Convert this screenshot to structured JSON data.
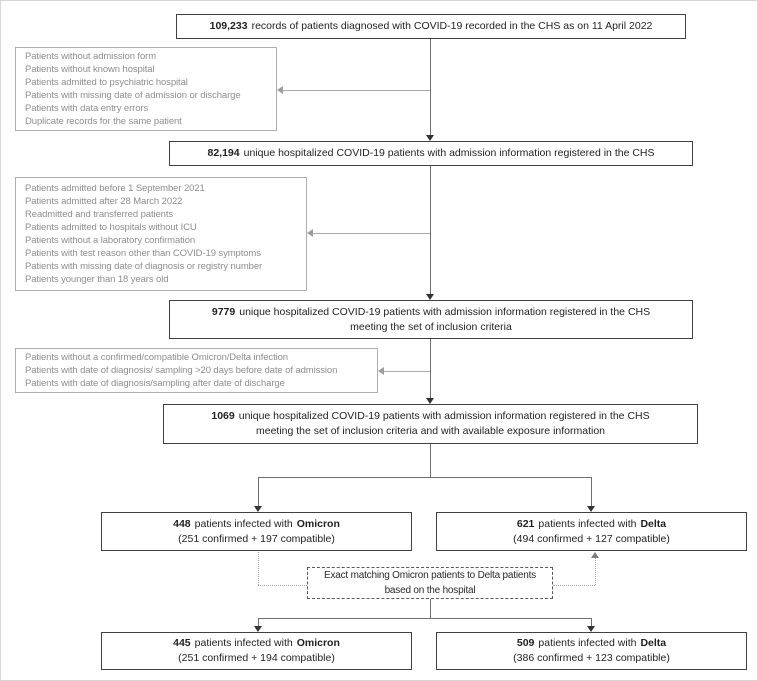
{
  "title": "COVID-19 patient inclusion flowchart",
  "colors": {
    "box_border": "#404040",
    "text": "#1f1f1f",
    "exclusion_text": "#8e8e8e",
    "exclusion_border": "#aeaeae",
    "connector": "#6e6e6e",
    "background": "#ffffff"
  },
  "flow": {
    "step1": {
      "number": "109,233",
      "text": "records of patients diagnosed with COVID-19 recorded in the CHS as on 11 April 2022"
    },
    "step2": {
      "number": "82,194",
      "text": "unique hospitalized COVID-19 patients with admission information registered in the CHS"
    },
    "step3": {
      "number": "9779",
      "text": "unique hospitalized COVID-19 patients with admission information registered in the CHS",
      "line2": "meeting the set of inclusion criteria"
    },
    "step4": {
      "number": "1069",
      "text": "unique hospitalized COVID-19 patients with admission information registered in the CHS",
      "line2": "meeting the set of inclusion criteria and with available exposure information"
    }
  },
  "exclusions": {
    "stage1": {
      "items": [
        "Patients without admission form",
        "Patients without known hospital",
        "Patients admitted to psychiatric hospital",
        "Patients with missing date of admission or discharge",
        "Patients with data entry errors",
        "Duplicate records for the same patient"
      ]
    },
    "stage2": {
      "items": [
        "Patients admitted before 1 September 2021",
        "Patients admitted after 28 March 2022",
        "Readmitted and transferred patients",
        "Patients admitted to hospitals without ICU",
        "Patients without a laboratory confirmation",
        "Patients with test reason other than COVID-19 symptoms",
        "Patients with missing date of diagnosis or registry number",
        "Patients younger than 18 years old"
      ]
    },
    "stage3": {
      "items": [
        "Patients without a confirmed/compatible Omicron/Delta infection",
        "Patients with date of diagnosis/ sampling >20 days before date of admission",
        "Patients with date of diagnosis/sampling after date of discharge"
      ]
    }
  },
  "groups": {
    "omicron_initial": {
      "number": "448",
      "text": "patients infected with",
      "variant": "Omicron",
      "breakdown": "(251 confirmed + 197 compatible)"
    },
    "delta_initial": {
      "number": "621",
      "text": "patients infected with",
      "variant": "Delta",
      "breakdown": "(494 confirmed + 127 compatible)"
    },
    "omicron_matched": {
      "number": "445",
      "text": "patients infected with",
      "variant": "Omicron",
      "breakdown": "(251 confirmed + 194 compatible)"
    },
    "delta_matched": {
      "number": "509",
      "text": "patients infected with",
      "variant": "Delta",
      "breakdown": "(386 confirmed + 123 compatible)"
    }
  },
  "matching": {
    "line1": "Exact matching Omicron patients to Delta patients",
    "line2": "based on the hospital"
  }
}
